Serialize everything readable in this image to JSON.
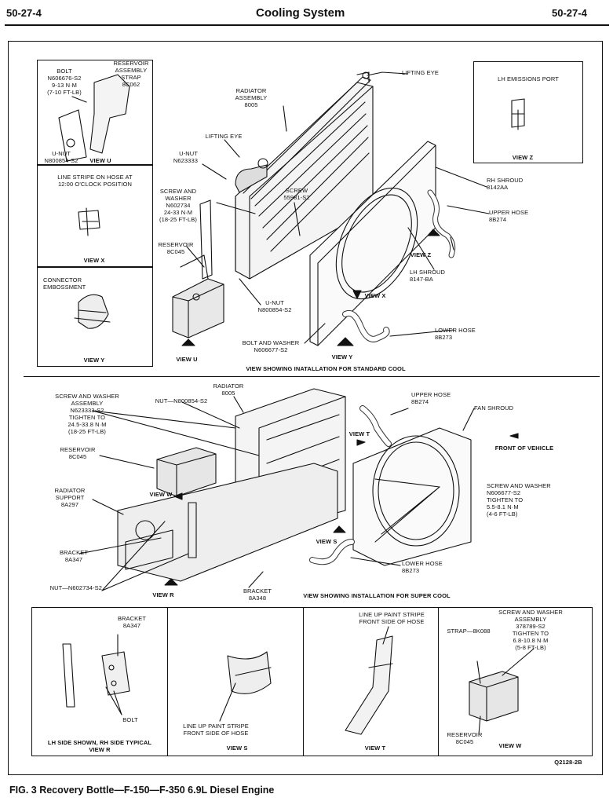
{
  "header": {
    "page_left": "50-27-4",
    "title": "Cooling System",
    "page_right": "50-27-4"
  },
  "standard": {
    "caption": "VIEW SHOWING INATALLATION FOR STANDARD COOL",
    "labels": {
      "bolt_u": "BOLT\nN606676-S2\n9-13 N·m\n(7-10 FT-LB)",
      "reservoir_strap": "RESERVOIR\nASSEMBLY\nSTRAP\n8C062",
      "unut_u": "U-NUT\nN800854-S2",
      "view_u_inset": "VIEW U",
      "line_stripe": "LINE STRIPE ON HOSE AT\n12:00 O'CLOCK POSITION",
      "view_x": "VIEW X",
      "connector": "CONNECTOR\nEMBOSSMENT",
      "view_y": "VIEW Y",
      "lifting_eye_top": "LIFTING EYE",
      "radiator_assembly": "RADIATOR\nASSEMBLY\n8005",
      "lifting_eye": "LIFTING EYE",
      "unut_n623333": "U-NUT\nN623333",
      "screw_washer": "SCREW AND\nWASHER\nN602734\n24-33 N·m\n(18-25 FT-LB)",
      "screw_55981": "SCREW\n55981-S2",
      "reservoir": "RESERVOIR\n8C045",
      "unut_n800854": "U-NUT\nN800854-S2",
      "bolt_washer": "BOLT AND WASHER\nN606677-S2",
      "view_u_arrow": "VIEW U",
      "view_y_arrow": "VIEW Y",
      "view_x_arrow": "VIEW X",
      "view_z_arrow": "VIEW Z",
      "lh_emissions": "LH EMISSIONS PORT",
      "view_z": "VIEW Z",
      "rh_shroud": "RH SHROUD\n8142AA",
      "upper_hose": "UPPER HOSE\n8B274",
      "lh_shroud": "LH SHROUD\n8147-BA",
      "lower_hose": "LOWER HOSE\n8B273"
    }
  },
  "super": {
    "caption": "VIEW SHOWING INSTALLATION FOR SUPER COOL",
    "labels": {
      "screw_washer_assy": "SCREW AND WASHER\nASSEMBLY\nN623333-S2\nTIGHTEN TO\n24.5-33.8 N·m\n(18-25 FT-LB)",
      "radiator": "RADIATOR\n8005",
      "nut_n800854": "NUT—N800854-S2",
      "upper_hose": "UPPER HOSE\n8B274",
      "fan_shroud": "FAN SHROUD",
      "view_t_arrow": "VIEW T",
      "front_of_vehicle": "FRONT OF VEHICLE",
      "reservoir": "RESERVOIR\n8C045",
      "radiator_support": "RADIATOR\nSUPPORT\n8A297",
      "view_w_arrow": "VIEW W",
      "screw_washer_n606677": "SCREW AND WASHER\nN606677-S2\nTIGHTEN TO\n5.5-8.1 N·m\n(4-6 FT-LB)",
      "bracket_8a347": "BRACKET\n8A347",
      "view_s_arrow": "VIEW S",
      "lower_hose": "LOWER HOSE\n8B273",
      "nut_n602734": "NUT—N602734-S2",
      "view_r_arrow": "VIEW R",
      "bracket_8a348": "BRACKET\n8A348"
    }
  },
  "bottom": {
    "r_bracket": "BRACKET\n8A347",
    "r_bolt": "BOLT",
    "r_caption": "LH SIDE SHOWN, RH SIDE TYPICAL\nVIEW R",
    "s_note": "LINE UP PAINT STRIPE\nFRONT SIDE OF HOSE",
    "s_caption": "VIEW S",
    "t_note": "LINE UP PAINT STRIPE\nFRONT SIDE OF HOSE",
    "t_caption": "VIEW T",
    "w_screw": "SCREW AND WASHER\nASSEMBLY\n378789-S2\nTIGHTEN TO\n6.8-10.8 N·m\n(5-8 FT-LB)",
    "w_strap": "STRAP—8K088",
    "w_reservoir": "RESERVOIR\n8C045",
    "w_caption": "VIEW W",
    "ref_code": "Q2128-2B"
  },
  "figure_caption": "FIG. 3  Recovery Bottle—F-150—F-350 6.9L Diesel Engine"
}
